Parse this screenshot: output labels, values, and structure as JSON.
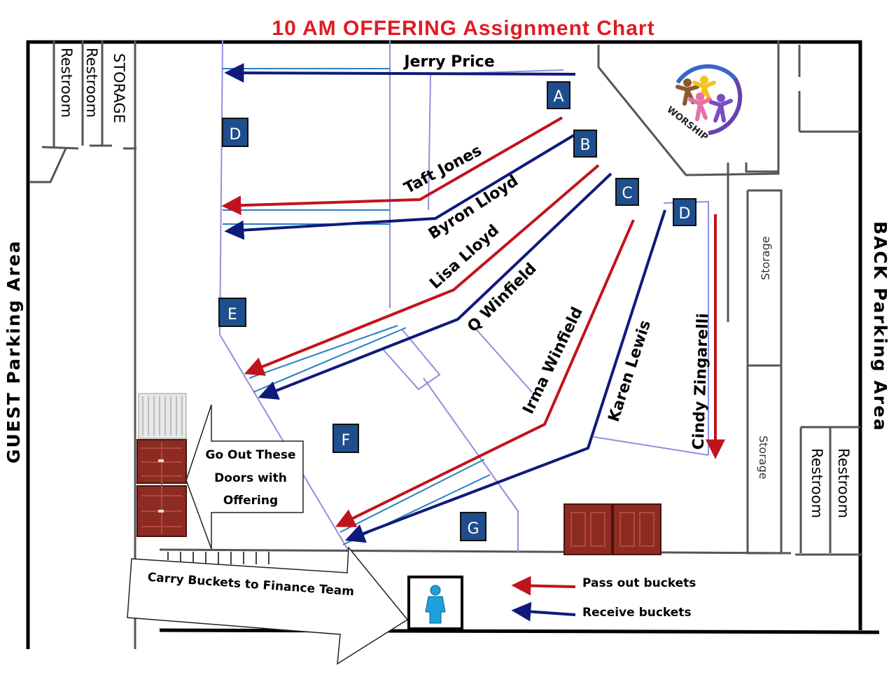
{
  "title": "10 AM OFFERING Assignment Chart",
  "volunteers": {
    "jerry": "Jerry Price",
    "taft": "Taft Jones",
    "byron": "Byron Lloyd",
    "lisa": "Lisa Lloyd",
    "q": "Q Winfield",
    "irma": "Irma Winfield",
    "karen": "Karen Lewis",
    "cindy": "Cindy Zingarelli"
  },
  "sections": {
    "a": "A",
    "b": "B",
    "c": "C",
    "d_left": "D",
    "d_right": "D",
    "e": "E",
    "f": "F",
    "g": "G"
  },
  "rooms": {
    "restroom_1": "Restroom",
    "restroom_2": "Restroom",
    "storage_top": "STORAGE",
    "storage_right_1": "Storage",
    "storage_right_2": "Storage",
    "restroom_right_1": "Restroom",
    "restroom_right_2": "Restroom"
  },
  "areas": {
    "guest": "GUEST  Parking  Area",
    "back": "BACK  Parking  Area"
  },
  "notes": {
    "doors_line1": "Go Out These",
    "doors_line2": "Doors with",
    "doors_line3": "Offering",
    "carry": "Carry Buckets to Finance Team"
  },
  "legend": {
    "pass_out": "Pass out buckets",
    "receive": "Receive buckets"
  },
  "logo": {
    "text": "WORSHIP"
  },
  "colors": {
    "pass_out": "#c0141c",
    "receive": "#0f1a7a",
    "section_box": "#1f4e8c",
    "title": "#e01b24",
    "pew_line": "#8f8fe0"
  }
}
